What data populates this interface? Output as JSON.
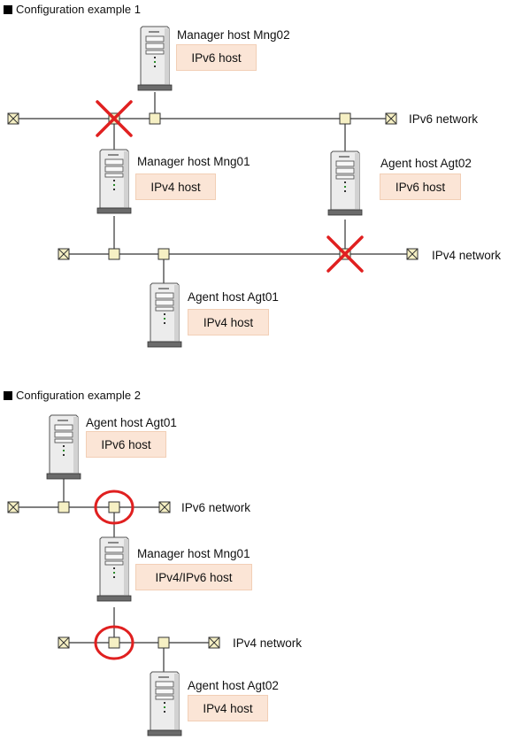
{
  "examples": [
    {
      "title": "Configuration example 1",
      "networks": {
        "ipv6": "IPv6 network",
        "ipv4": "IPv4 network"
      },
      "hosts": [
        {
          "name": "Manager host Mng02",
          "type": "IPv6 host"
        },
        {
          "name": "Manager host Mng01",
          "type": "IPv4 host"
        },
        {
          "name": "Agent host Agt02",
          "type": "IPv6 host"
        },
        {
          "name": "Agent host Agt01",
          "type": "IPv4 host"
        }
      ],
      "blocked_connections": 2
    },
    {
      "title": "Configuration example 2",
      "networks": {
        "ipv6": "IPv6 network",
        "ipv4": "IPv4 network"
      },
      "hosts": [
        {
          "name": "Agent host Agt01",
          "type": "IPv6 host"
        },
        {
          "name": "Manager host Mng01",
          "type": "IPv4/IPv6 host"
        },
        {
          "name": "Agent host Agt02",
          "type": "IPv4 host"
        }
      ],
      "highlighted_connections": 2
    }
  ],
  "colors": {
    "line": "#333333",
    "connector_fill": "#f6f0c4",
    "terminator_fill": "#f6f0c4",
    "badge_fill": "#fbe5d6",
    "cross": "#e02020",
    "circle": "#e02020",
    "server_body": "#ececec",
    "server_base": "#6b6b6b"
  },
  "icons": {
    "server": "server-tower-icon",
    "connector": "network-connector-icon",
    "terminator": "network-terminator-icon",
    "blocked": "red-cross-icon",
    "allowed": "red-circle-icon"
  }
}
